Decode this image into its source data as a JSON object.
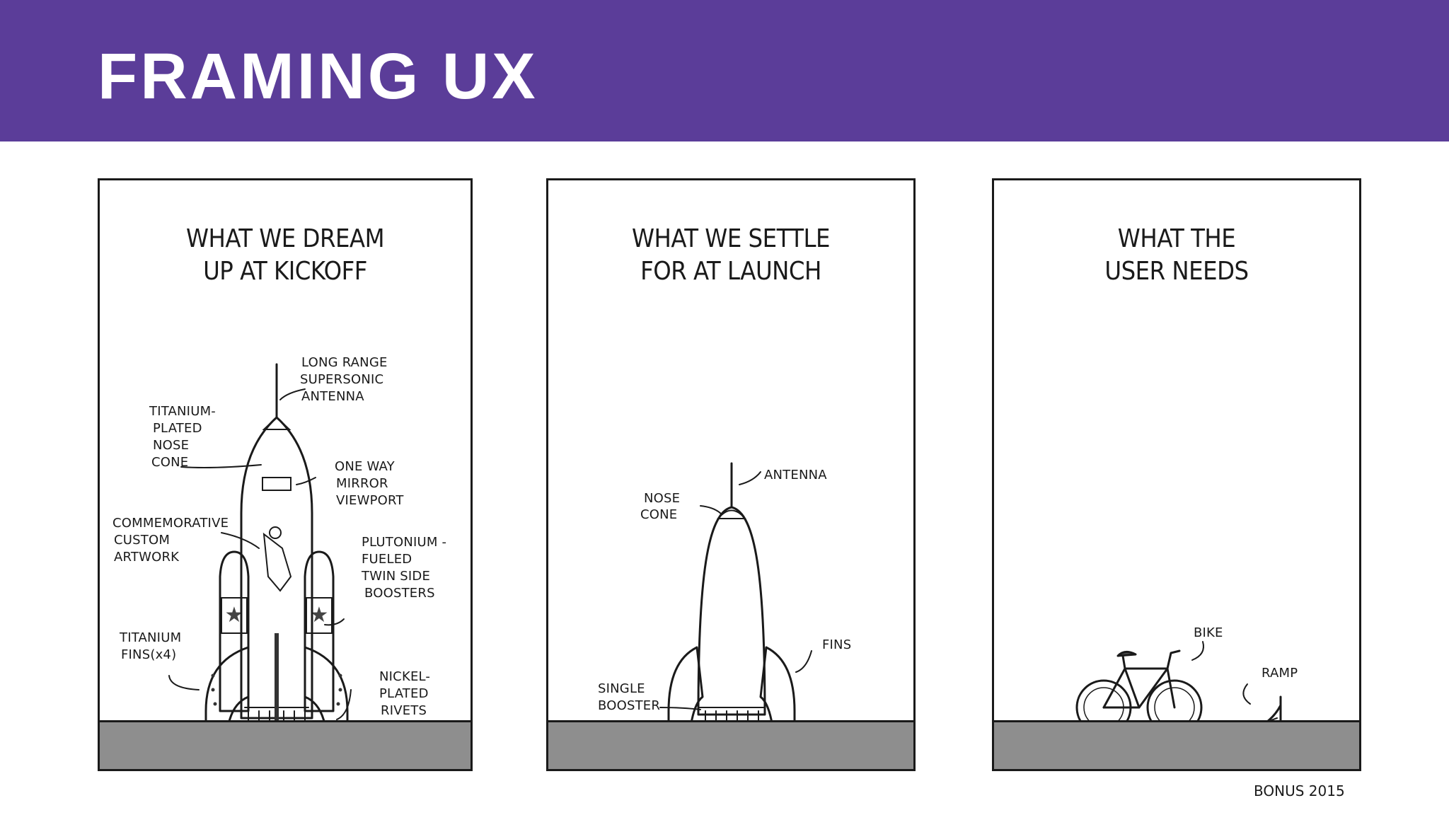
{
  "header": {
    "title": "FRAMING UX"
  },
  "panels": [
    {
      "title_line1": "WHAT WE DREAM",
      "title_line2": "UP AT KICKOFF",
      "labels": {
        "antenna_1": "LONG RANGE",
        "antenna_2": "SUPERSONIC",
        "antenna_3": "ANTENNA",
        "nose_1": "TITANIUM-",
        "nose_2": "PLATED",
        "nose_3": "NOSE",
        "nose_4": "CONE",
        "mirror_1": "ONE WAY",
        "mirror_2": "MIRROR",
        "mirror_3": "VIEWPORT",
        "art_1": "COMMEMORATIVE",
        "art_2": "CUSTOM",
        "art_3": "ARTWORK",
        "boost_1": "PLUTONIUM -",
        "boost_2": "FUELED",
        "boost_3": "TWIN SIDE",
        "boost_4": "BOOSTERS",
        "fins_1": "TITANIUM",
        "fins_2": "FINS(x4)",
        "rivets_1": "NICKEL-",
        "rivets_2": "PLATED",
        "rivets_3": "RIVETS"
      }
    },
    {
      "title_line1": "WHAT WE SETTLE",
      "title_line2": "FOR AT LAUNCH",
      "labels": {
        "antenna": "ANTENNA",
        "nose_1": "NOSE",
        "nose_2": "CONE",
        "fins": "FINS",
        "booster_1": "SINGLE",
        "booster_2": "BOOSTER"
      }
    },
    {
      "title_line1": "WHAT THE",
      "title_line2": "USER NEEDS",
      "labels": {
        "bike": "BIKE",
        "ramp": "RAMP"
      }
    }
  ],
  "credit": "BONUS 2015",
  "colors": {
    "header_bg": "#5b3d99",
    "ground": "#8e8e8e",
    "rocket": "#bdbdbd"
  }
}
